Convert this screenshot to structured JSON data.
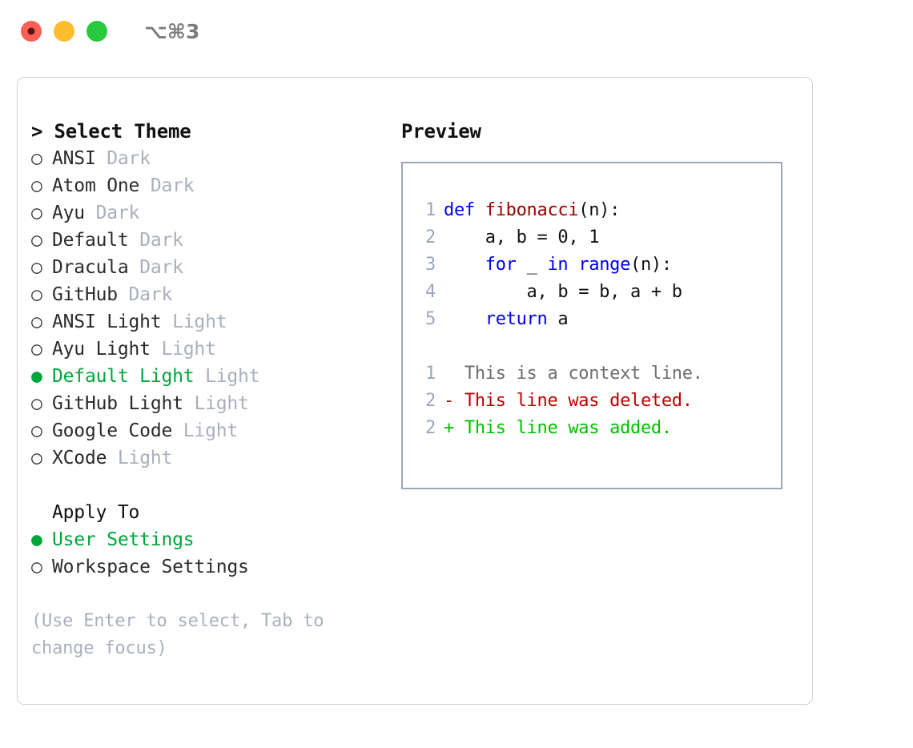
{
  "titlebar": {
    "traffic_lights": [
      "close",
      "minimize",
      "zoom"
    ],
    "shortcut": "⌥⌘3"
  },
  "colors": {
    "accent_green": "#00a53c",
    "muted": "#a8b0bd",
    "keyword_blue": "#0000ee",
    "function_red": "#9b0000",
    "diff_deleted": "#c00000",
    "diff_added": "#00c000",
    "border": "#cfd3d8",
    "preview_border": "#9aa7ba"
  },
  "theme_list": {
    "title": "> Select Theme",
    "items": [
      {
        "bullet": "○",
        "label": "ANSI",
        "tag": "Dark",
        "selected": false
      },
      {
        "bullet": "○",
        "label": "Atom One",
        "tag": "Dark",
        "selected": false
      },
      {
        "bullet": "○",
        "label": "Ayu",
        "tag": "Dark",
        "selected": false
      },
      {
        "bullet": "○",
        "label": "Default",
        "tag": "Dark",
        "selected": false
      },
      {
        "bullet": "○",
        "label": "Dracula",
        "tag": "Dark",
        "selected": false
      },
      {
        "bullet": "○",
        "label": "GitHub",
        "tag": "Dark",
        "selected": false
      },
      {
        "bullet": "○",
        "label": "ANSI Light",
        "tag": "Light",
        "selected": false
      },
      {
        "bullet": "○",
        "label": "Ayu Light",
        "tag": "Light",
        "selected": false
      },
      {
        "bullet": "●",
        "label": "Default Light",
        "tag": "Light",
        "selected": true
      },
      {
        "bullet": "○",
        "label": "GitHub Light",
        "tag": "Light",
        "selected": false
      },
      {
        "bullet": "○",
        "label": "Google Code",
        "tag": "Light",
        "selected": false
      },
      {
        "bullet": "○",
        "label": "XCode",
        "tag": "Light",
        "selected": false
      }
    ]
  },
  "apply_to": {
    "title": "Apply To",
    "items": [
      {
        "bullet": "●",
        "label": "User Settings",
        "selected": true
      },
      {
        "bullet": "○",
        "label": "Workspace Settings",
        "selected": false
      }
    ]
  },
  "hint": "(Use Enter to select, Tab to change focus)",
  "preview": {
    "title": "Preview",
    "code_lines": [
      {
        "n": "1",
        "tokens": [
          {
            "t": "def ",
            "c": "kw"
          },
          {
            "t": "fibonacci",
            "c": "fn"
          },
          {
            "t": "(n):",
            "c": "pl"
          }
        ]
      },
      {
        "n": "2",
        "tokens": [
          {
            "t": "    a, b = 0, 1",
            "c": "pl"
          }
        ]
      },
      {
        "n": "3",
        "tokens": [
          {
            "t": "    ",
            "c": "pl"
          },
          {
            "t": "for",
            "c": "kw"
          },
          {
            "t": " _ ",
            "c": "pl"
          },
          {
            "t": "in",
            "c": "kw"
          },
          {
            "t": " ",
            "c": "pl"
          },
          {
            "t": "range",
            "c": "kw"
          },
          {
            "t": "(n):",
            "c": "pl"
          }
        ]
      },
      {
        "n": "4",
        "tokens": [
          {
            "t": "        a, b = b, a + b",
            "c": "pl"
          }
        ]
      },
      {
        "n": "5",
        "tokens": [
          {
            "t": "    ",
            "c": "pl"
          },
          {
            "t": "return",
            "c": "kw"
          },
          {
            "t": " a",
            "c": "pl"
          }
        ]
      }
    ],
    "diff_lines": [
      {
        "n": "1",
        "marker": "  ",
        "text": "This is a context line.",
        "kind": "ctx"
      },
      {
        "n": "2",
        "marker": "- ",
        "text": "This line was deleted.",
        "kind": "del"
      },
      {
        "n": "2",
        "marker": "+ ",
        "text": "This line was added.",
        "kind": "add"
      }
    ]
  }
}
